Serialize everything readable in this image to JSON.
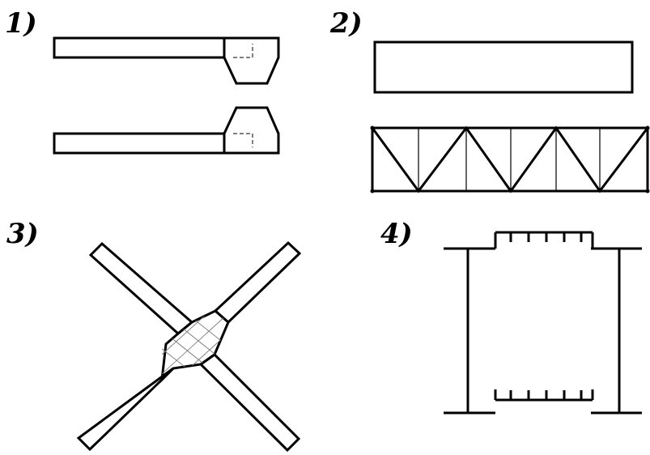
{
  "figure": {
    "panel_labels": [
      "1)",
      "2)",
      "3)",
      "4)"
    ],
    "line_color": "#000000",
    "background_color": "#ffffff",
    "hatch_color": "#7a7a7a"
  }
}
